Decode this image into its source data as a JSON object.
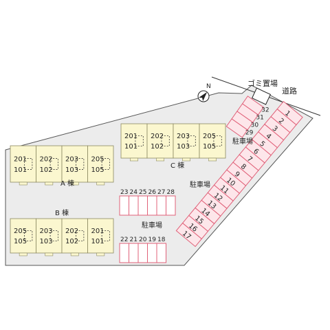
{
  "labels": {
    "garbage": "ゴミ置場",
    "road": "道路",
    "north": "N",
    "parking_east": "駐車場",
    "parking_mid": "駐車場",
    "parking_south": "駐車場",
    "building_a": "A 棟",
    "building_b": "B 棟",
    "building_c": "C 棟"
  },
  "buildings": {
    "a": [
      {
        "top": "201",
        "bottom": "101"
      },
      {
        "top": "202",
        "bottom": "102"
      },
      {
        "top": "203",
        "bottom": "103"
      },
      {
        "top": "205",
        "bottom": "105"
      }
    ],
    "c": [
      {
        "top": "201",
        "bottom": "101"
      },
      {
        "top": "202",
        "bottom": "102"
      },
      {
        "top": "203",
        "bottom": "103"
      },
      {
        "top": "205",
        "bottom": "105"
      }
    ],
    "b": [
      {
        "top": "205",
        "bottom": "105"
      },
      {
        "top": "203",
        "bottom": "103"
      },
      {
        "top": "202",
        "bottom": "102"
      },
      {
        "top": "201",
        "bottom": "101"
      }
    ]
  },
  "parking": {
    "diagonal": [
      "1",
      "2",
      "3",
      "4",
      "5",
      "6",
      "7",
      "8",
      "9",
      "10",
      "11",
      "12",
      "13",
      "14",
      "15",
      "16",
      "17"
    ],
    "north_block": [
      "29",
      "30",
      "31",
      "32"
    ],
    "middle_row": [
      "23",
      "24",
      "25",
      "26",
      "27",
      "28"
    ],
    "bottom_row": [
      "22",
      "21",
      "20",
      "19",
      "18"
    ]
  },
  "colors": {
    "building_fill": "#fbf7cf",
    "parking_outline": "#e06078",
    "lot_fill": "#ececec"
  }
}
